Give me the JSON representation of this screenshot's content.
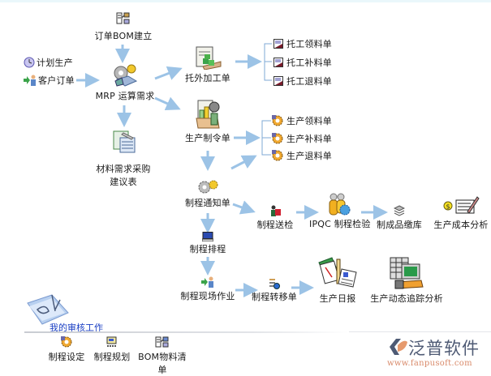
{
  "flow": {
    "order_bom": "订单BOM建立",
    "plan_production": "计划生产",
    "customer_order": "客户订单",
    "mrp": "MRP 运算需求",
    "material_purchase": [
      "材料需求采购",
      "建议表"
    ],
    "outsource_order": "托外加工单",
    "production_order": "生产制令单",
    "process_notice": "制程通知单",
    "process_schedule": "制程排程",
    "process_onsite": "制程现场作业",
    "process_inspection": "制程送检",
    "ipqc": "IPQC 制程检验",
    "finished_storage": "制成品缴库",
    "cost_analysis": "生产成本分析",
    "process_transfer": "制程转移单",
    "daily_report": "生产日报",
    "dynamic_tracking": "生产动态追踪分析"
  },
  "outsource_forms": [
    "托工领料单",
    "托工补料单",
    "托工退料单"
  ],
  "production_forms": [
    "生产领料单",
    "生产补料单",
    "生产退料单"
  ],
  "panel": {
    "title": "我的审核工作",
    "items": [
      "制程设定",
      "制程规划",
      "BOM物料清单"
    ]
  },
  "brand": {
    "name": "泛普软件",
    "url": "www.fanpusoft.com",
    "colors": {
      "logo_gray": "#4e5a74",
      "logo_orange": "#e69a6e",
      "arrow": "#9cc3e6",
      "panel_title": "#1a3fc4"
    }
  }
}
